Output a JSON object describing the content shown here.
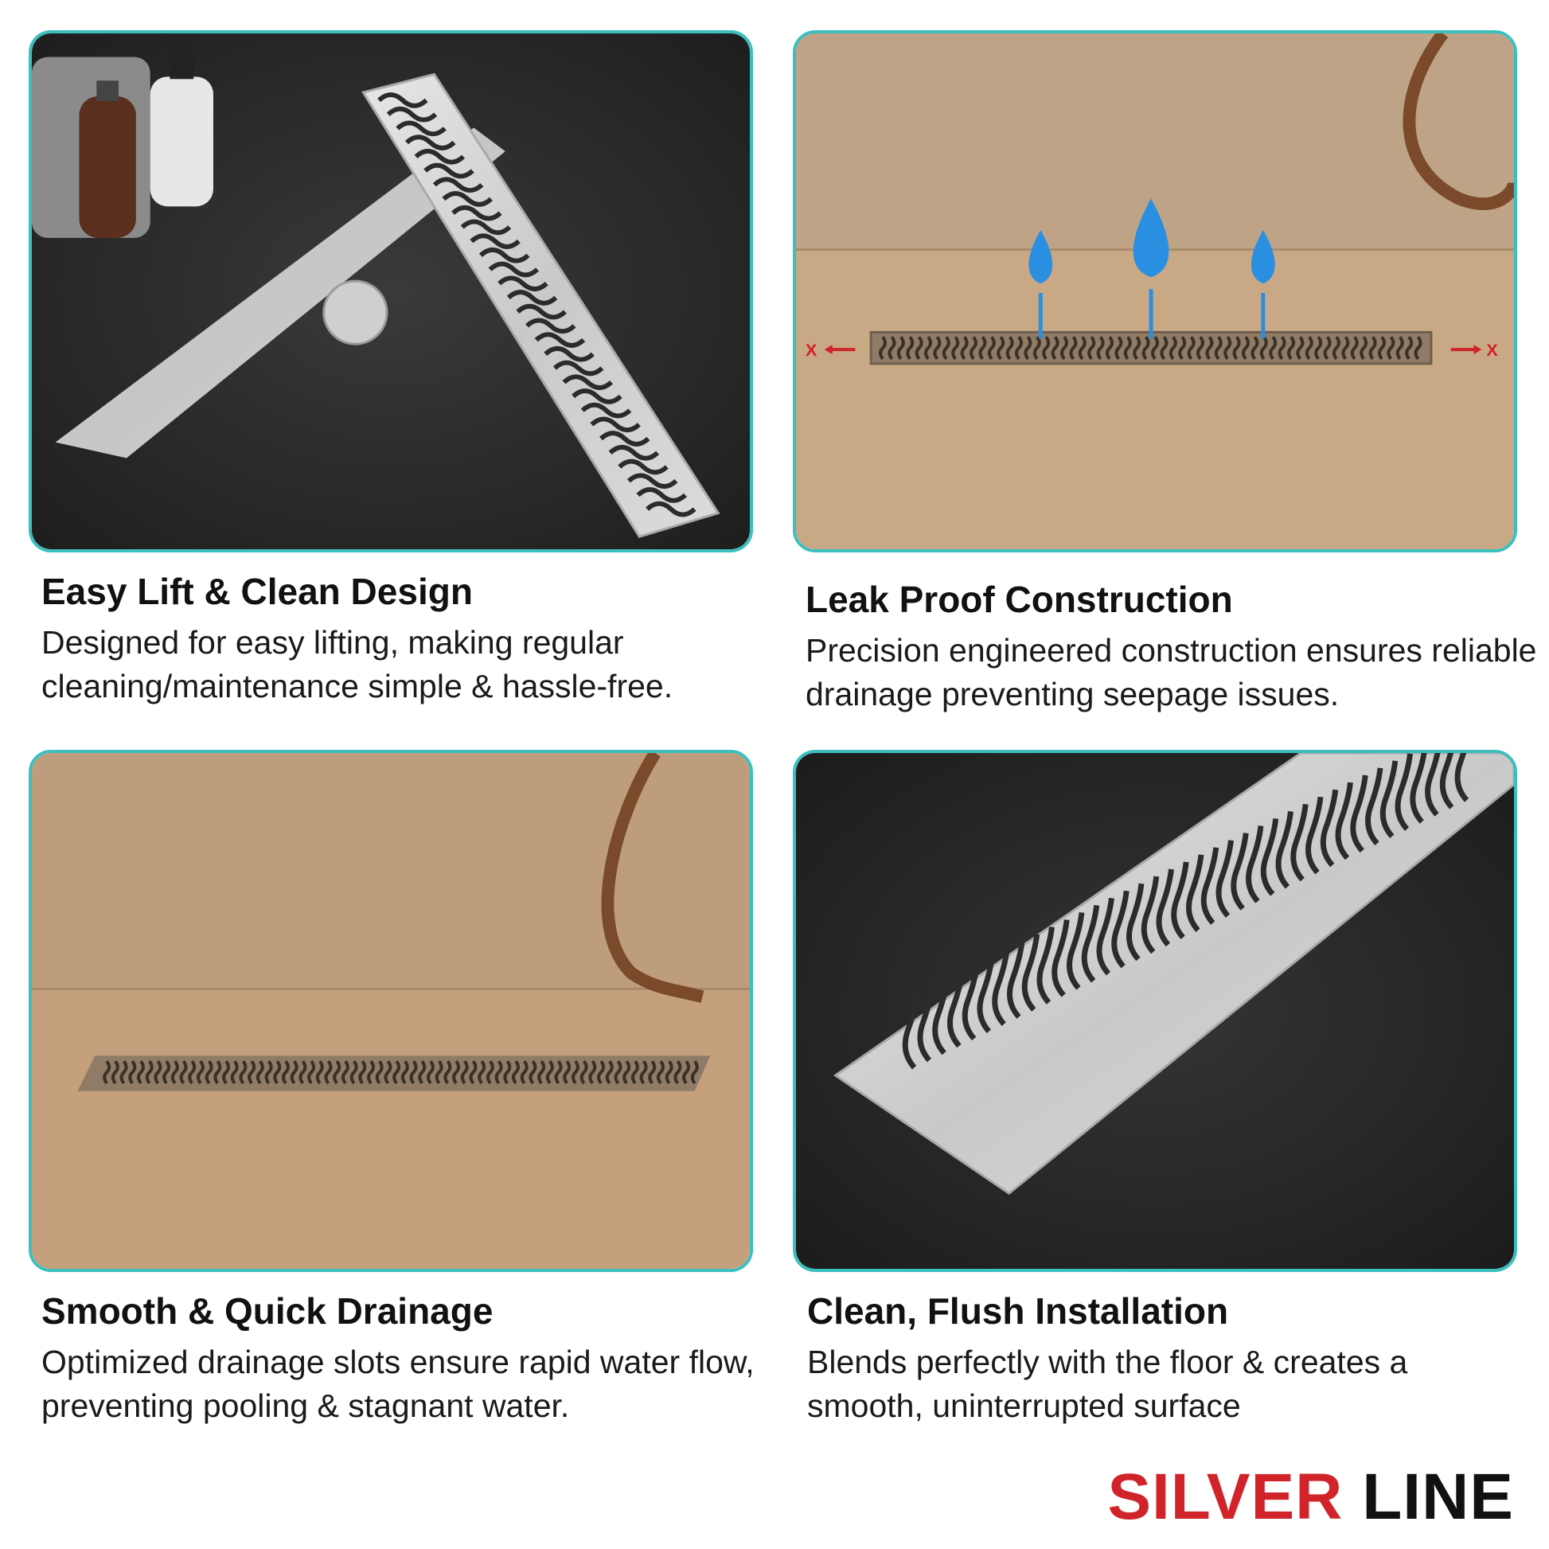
{
  "features": [
    {
      "title": "Easy Lift & Clean Design",
      "description": "Designed for easy lifting, making regular cleaning/maintenance simple & hassle-free.",
      "photo": "drain-grate-lifted-from-channel"
    },
    {
      "title": "Leak Proof Construction",
      "description": "Precision engineered construction ensures reliable drainage preventing seepage issues.",
      "photo": "water-drops-into-drain",
      "markers": [
        "X",
        "X"
      ]
    },
    {
      "title": "Smooth & Quick Drainage",
      "description": "Optimized drainage slots ensure rapid water flow, preventing pooling & stagnant water.",
      "photo": "drain-in-beige-floor"
    },
    {
      "title": "Clean, Flush Installation",
      "description": "Blends perfectly with the floor & creates a smooth, uninterrupted surface",
      "photo": "drain-closeup-dark-floor"
    }
  ],
  "brand": {
    "word1": "SILVER",
    "word2": "LINE"
  },
  "colors": {
    "panel_border": "#3bbfbf",
    "brand_red": "#d0232a",
    "drop_blue": "#2a8fe0"
  }
}
